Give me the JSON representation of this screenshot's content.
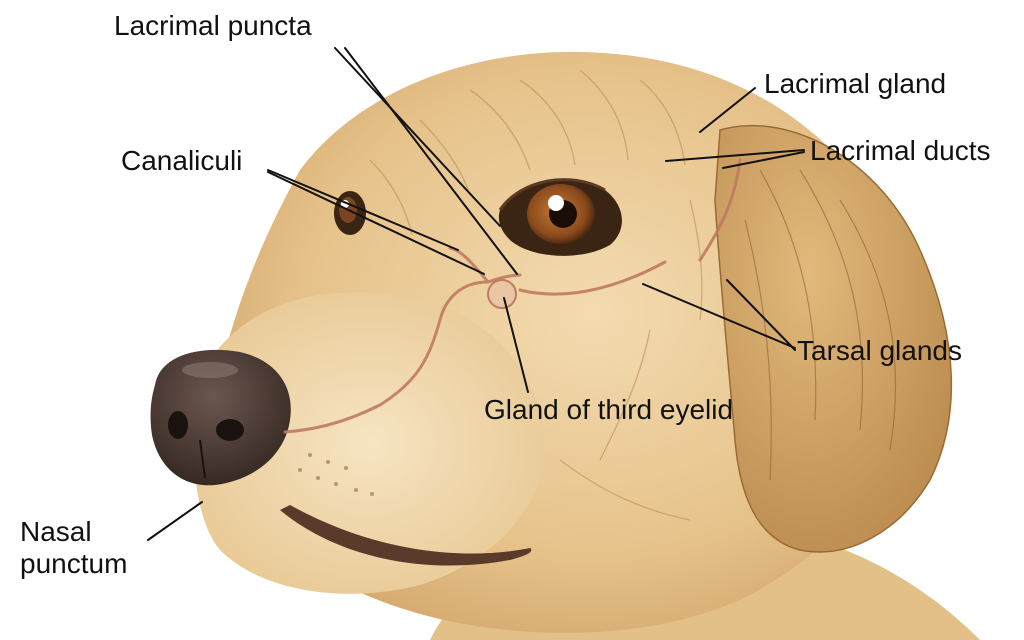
{
  "labels": {
    "lacrimal_puncta": "Lacrimal puncta",
    "lacrimal_gland": "Lacrimal gland",
    "canaliculi": "Canaliculi",
    "lacrimal_ducts": "Lacrimal ducts",
    "tarsal_glands": "Tarsal glands",
    "gland_third_eyelid": "Gland of third eyelid",
    "nasal_punctum": "Nasal\npunctum"
  },
  "colors": {
    "background": "#ffffff",
    "fur_light": "#f0d3a0",
    "fur_mid": "#d9b074",
    "fur_dark": "#a57a44",
    "nose": "#4a3a34",
    "eye_iris": "#8a4a1c",
    "duct": "#c07a60",
    "leader_line": "#111111",
    "text": "#111111"
  }
}
